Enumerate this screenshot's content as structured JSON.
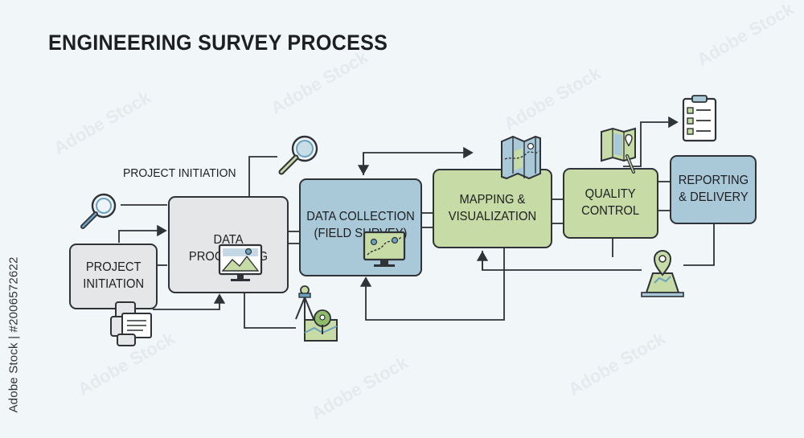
{
  "title": "ENGINEERING SURVEY PROCESS",
  "floating_label": "PROJECT INITIATION",
  "side_credit": "Adobe Stock | #2006572622",
  "watermark": "Adobe Stock",
  "steps": [
    {
      "label": "PROJECT\nINITIATION",
      "color": "gray"
    },
    {
      "label": "DATA PROCESSING",
      "color": "gray"
    },
    {
      "label": "DATA COLLECTION\n(FIELD SURVEY)",
      "color": "blue"
    },
    {
      "label": "MAPPING &\nVISUALIZATION",
      "color": "green"
    },
    {
      "label": "QUALITY\nCONTROL",
      "color": "green"
    },
    {
      "label": "REPORTING\n& DELIVERY",
      "color": "blue"
    }
  ],
  "colors": {
    "background": "#f1f6f8",
    "gray_box": "#e4e6e7",
    "blue_box": "#a9c8d8",
    "green_box": "#c7dba6",
    "stroke": "#2f3236"
  },
  "icons": [
    "magnifier-icon",
    "magnifier-icon",
    "documents-icon",
    "monitor-map-icon",
    "monitor-map-icon",
    "tripod-icon",
    "tree-map-icon",
    "folded-map-icon",
    "map-pen-icon",
    "checklist-icon",
    "location-pin-icon"
  ]
}
